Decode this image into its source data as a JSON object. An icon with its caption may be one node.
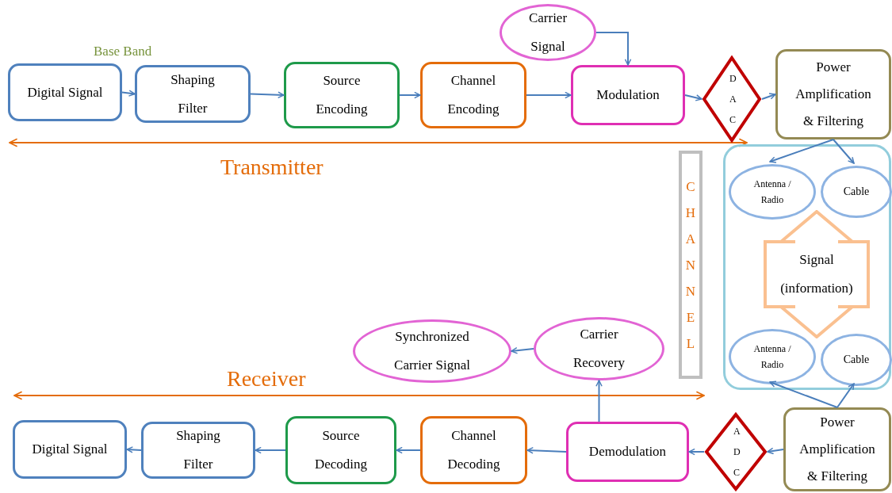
{
  "diagram": {
    "nodes": [
      {
        "text": [
          "Digital Signal"
        ]
      },
      {
        "text": [
          "Shaping Filter"
        ]
      },
      {
        "text": [
          "Source Encoding"
        ]
      },
      {
        "text": [
          "Channel Encoding"
        ]
      },
      {
        "text": [
          "Carrier Signal"
        ]
      },
      {
        "text": [
          "Modulation"
        ]
      },
      {
        "text": [
          "D A C"
        ]
      },
      {
        "text": [
          "Power Amplification & Filtering"
        ]
      },
      {
        "text": [],
        "shape": "box"
      },
      {
        "text": [
          "Antenna / Radio"
        ],
        "in": 8
      },
      {
        "text": [
          "Cable"
        ],
        "in": 8
      },
      {
        "text": [
          "Signal (information)"
        ],
        "in": 8
      },
      {
        "text": [
          "Antenna / Radio"
        ],
        "in": 8
      },
      {
        "text": [
          "Cable"
        ],
        "in": 8
      },
      {
        "text": [
          "CHANNEL"
        ]
      },
      {
        "text": [
          "Synchronized Carrier Signal"
        ]
      },
      {
        "text": [
          "Carrier Recovery"
        ]
      },
      {
        "text": [
          "Digital Signal"
        ]
      },
      {
        "text": [
          "Shaping Filter"
        ]
      },
      {
        "text": [
          "Source Decoding"
        ]
      },
      {
        "text": [
          "Channel Decoding"
        ]
      },
      {
        "text": [
          "Demodulation"
        ]
      },
      {
        "text": [
          "A D C"
        ]
      },
      {
        "text": [
          "Power Amplification & Filtering"
        ]
      }
    ],
    "edges": [
      {
        "from": 0,
        "to": 1,
        "arrow": "to"
      },
      {
        "from": 1,
        "to": 2,
        "arrow": "to"
      },
      {
        "from": 2,
        "to": 3,
        "arrow": "to"
      },
      {
        "from": 3,
        "to": 5,
        "arrow": "to"
      },
      {
        "from": 4,
        "to": 5,
        "arrow": "to"
      },
      {
        "from": 5,
        "to": 6,
        "arrow": "to"
      },
      {
        "from": 6,
        "to": 7,
        "arrow": "to"
      },
      {
        "from": 7,
        "to": 9,
        "arrow": "to"
      },
      {
        "from": 7,
        "to": 10,
        "arrow": "to"
      },
      {
        "from": 23,
        "to": 12,
        "arrow": "to"
      },
      {
        "from": 23,
        "to": 13,
        "arrow": "to"
      },
      {
        "from": 23,
        "to": 22,
        "arrow": "to"
      },
      {
        "from": 22,
        "to": 21,
        "arrow": "to"
      },
      {
        "from": 21,
        "to": 20,
        "arrow": "to"
      },
      {
        "from": 20,
        "to": 19,
        "arrow": "to"
      },
      {
        "from": 19,
        "to": 18,
        "arrow": "to"
      },
      {
        "from": 18,
        "to": 17,
        "arrow": "to"
      },
      {
        "from": 21,
        "to": 16,
        "arrow": "to"
      },
      {
        "from": 16,
        "to": 15,
        "arrow": "to"
      }
    ],
    "labels": [
      "Base Band",
      "Transmitter",
      "Receiver"
    ]
  }
}
